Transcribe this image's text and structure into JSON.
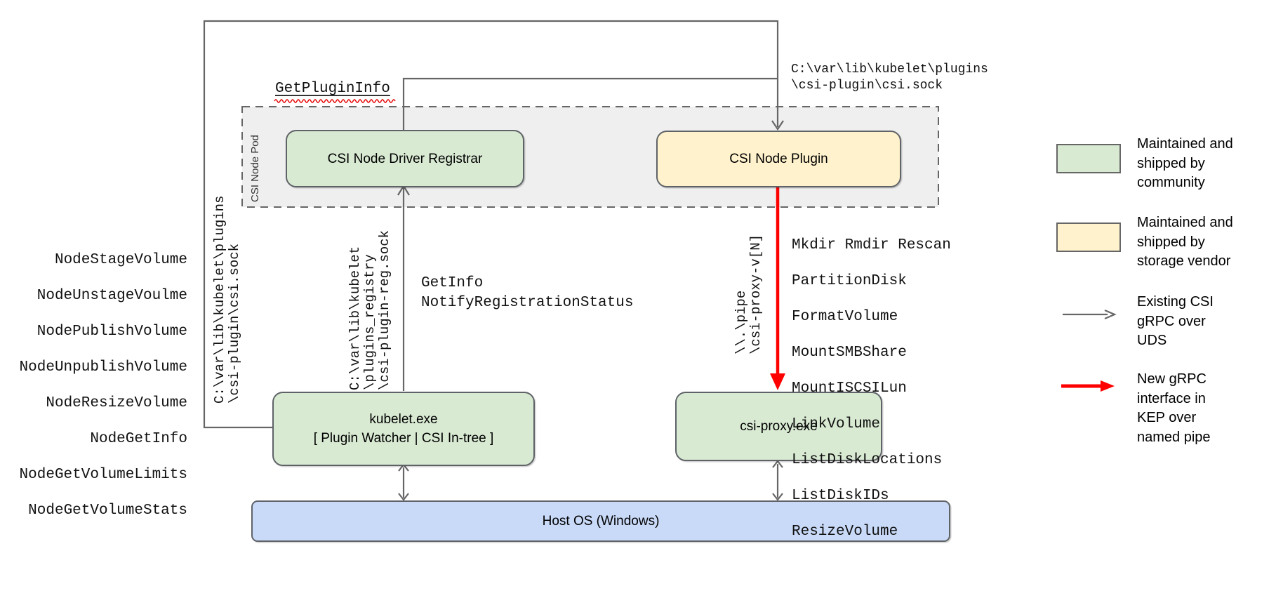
{
  "pod": {
    "label": "CSI Node Pod"
  },
  "nodes": {
    "registrar": {
      "label": "CSI Node Driver Registrar"
    },
    "plugin": {
      "label": "CSI Node Plugin"
    },
    "kubelet": {
      "title": "kubelet.exe",
      "subtitle": "[ Plugin Watcher | CSI In-tree ]"
    },
    "csi_proxy": {
      "label": "csi-proxy.exe"
    },
    "host_os": {
      "label": "Host OS (Windows)"
    }
  },
  "annotations": {
    "get_plugin_info": "GetPluginInfo",
    "csi_sock_path_top": "C:\\var\\lib\\kubelet\\plugins\n\\csi-plugin\\csi.sock",
    "csi_sock_path_left": "C:\\var\\lib\\kubelet\\plugins\n\\csi-plugin\\csi.sock",
    "registry_sock_path": "C:\\var\\lib\\kubelet\n\\plugins_registry\n\\csi-plugin-reg.sock",
    "named_pipe_path": "\\\\.\\pipe\n\\csi-proxy-v[N]",
    "registration_calls": "GetInfo\nNotifyRegistrationStatus",
    "node_calls": [
      "NodeStageVolume",
      "NodeUnstageVoulme",
      "NodePublishVolume",
      "NodeUnpublishVolume",
      "NodeResizeVolume",
      "NodeGetInfo",
      "NodeGetVolumeLimits",
      "NodeGetVolumeStats"
    ],
    "proxy_calls": [
      "Mkdir Rmdir Rescan",
      "PartitionDisk",
      "FormatVolume",
      "MountSMBShare",
      "MountISCSILun",
      "LinkVolume",
      "ListDiskLocations",
      "ListDiskIDs",
      "ResizeVolume"
    ]
  },
  "legend": {
    "items": [
      {
        "swatch": "community-green",
        "text": "Maintained and\nshipped by\ncommunity"
      },
      {
        "swatch": "vendor-yellow",
        "text": "Maintained and\nshipped by\nstorage vendor"
      },
      {
        "swatch": "gray-arrow",
        "text": "Existing CSI\ngRPC over\nUDS"
      },
      {
        "swatch": "red-arrow",
        "text": "New gRPC\ninterface in\nKEP over\nnamed pipe"
      }
    ]
  },
  "colors": {
    "community_green": "#d9ead3",
    "vendor_yellow": "#fff2cc",
    "host_blue": "#c9daf8",
    "pod_background": "#efefef",
    "connector_gray": "#666666",
    "new_interface_red": "#ff0000",
    "squiggle_red": "#e60000"
  }
}
